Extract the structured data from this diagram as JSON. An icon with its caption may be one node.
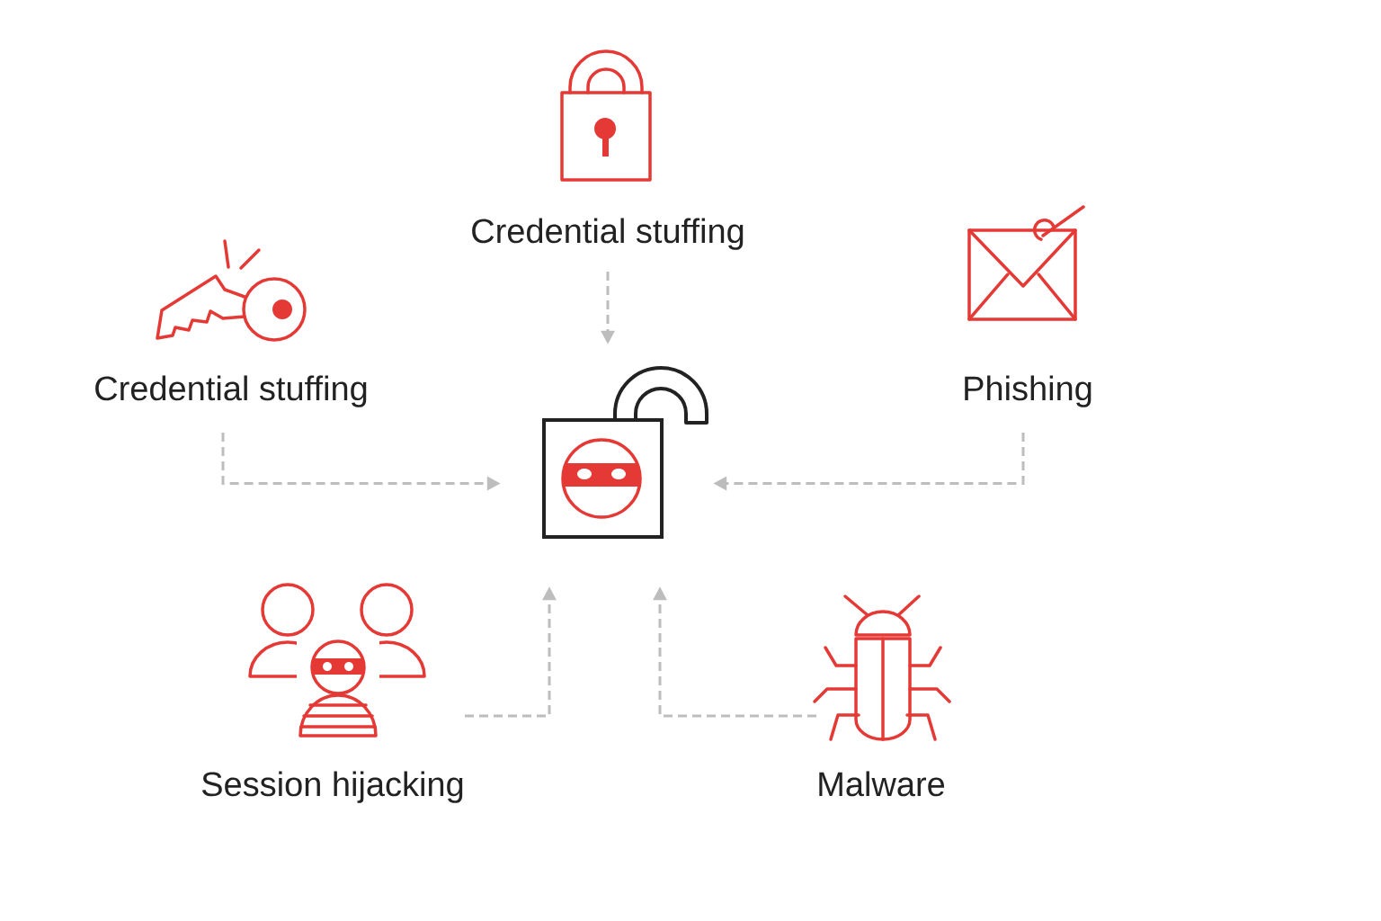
{
  "diagram": {
    "nodes": [
      {
        "text": [
          "Credential stuffing"
        ]
      },
      {
        "text": [
          "Credential stuffing"
        ]
      },
      {
        "text": [
          "Phishing"
        ]
      },
      {
        "text": [],
        "shape": "picture"
      },
      {
        "text": [
          "Session hijacking"
        ]
      },
      {
        "text": [
          "Malware"
        ]
      }
    ],
    "edges": [
      {
        "from": 0,
        "to": 3,
        "arrow": "to",
        "style": "dashed"
      },
      {
        "from": 1,
        "to": 3,
        "arrow": "to",
        "style": "dashed"
      },
      {
        "from": 2,
        "to": 3,
        "arrow": "to",
        "style": "dashed"
      },
      {
        "from": 4,
        "to": 3,
        "arrow": "to",
        "style": "dashed"
      },
      {
        "from": 5,
        "to": 3,
        "arrow": "to",
        "style": "dashed"
      }
    ]
  }
}
